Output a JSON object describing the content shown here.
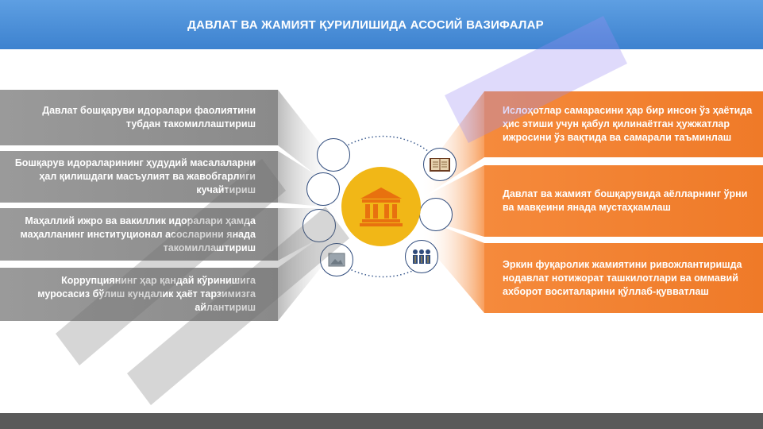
{
  "header": {
    "title": "ДАВЛАТ ВА ЖАМИЯТ ҚУРИЛИШИДА АСОСИЙ ВАЗИФАЛАР"
  },
  "left_tasks": [
    {
      "text": "Давлат бошқаруви идоралари фаолиятини тубдан такомиллаштириш"
    },
    {
      "text": "Бошқарув идораларининг ҳудудий масалаларни ҳал қилишдаги масъулият ва жавобгарлиги кучайтириш"
    },
    {
      "text": "Маҳаллий ижро ва вакиллик идоралари ҳамда маҳалланинг институционал асосларини янада такомиллаштириш"
    },
    {
      "text": "Коррупциянинг ҳар қандай кўринишига муросасиз бўлиш кундалик ҳаёт тарзимизга айлантириш"
    }
  ],
  "right_tasks": [
    {
      "text": "Ислоҳотлар самарасини ҳар бир инсон ўз ҳаётида ҳис этиши учун қабул қилинаётган ҳужжатлар ижросини ўз вақтида ва самарали таъминлаш"
    },
    {
      "text": "Давлат ва жамият бошқарувида аёлларнинг ўрни ва мавқеини янада мустаҳкамлаш"
    },
    {
      "text": "Эркин фуқаролик жамиятини ривожлантиришда нодавлат нотижорат ташкилотлари ва оммавий ахборот воситаларини қўллаб-қувватлаш"
    }
  ],
  "icons": {
    "center": "government-building-icon",
    "right_top": "open-book-icon",
    "right_bottom": "people-group-icon",
    "left_bottom": "picture-icon"
  },
  "colors": {
    "header": "#4a8fd8",
    "left_panel": "#929292",
    "right_panel": "#f28232",
    "center_circle": "#f1b717",
    "footer": "#5a5a5a"
  }
}
